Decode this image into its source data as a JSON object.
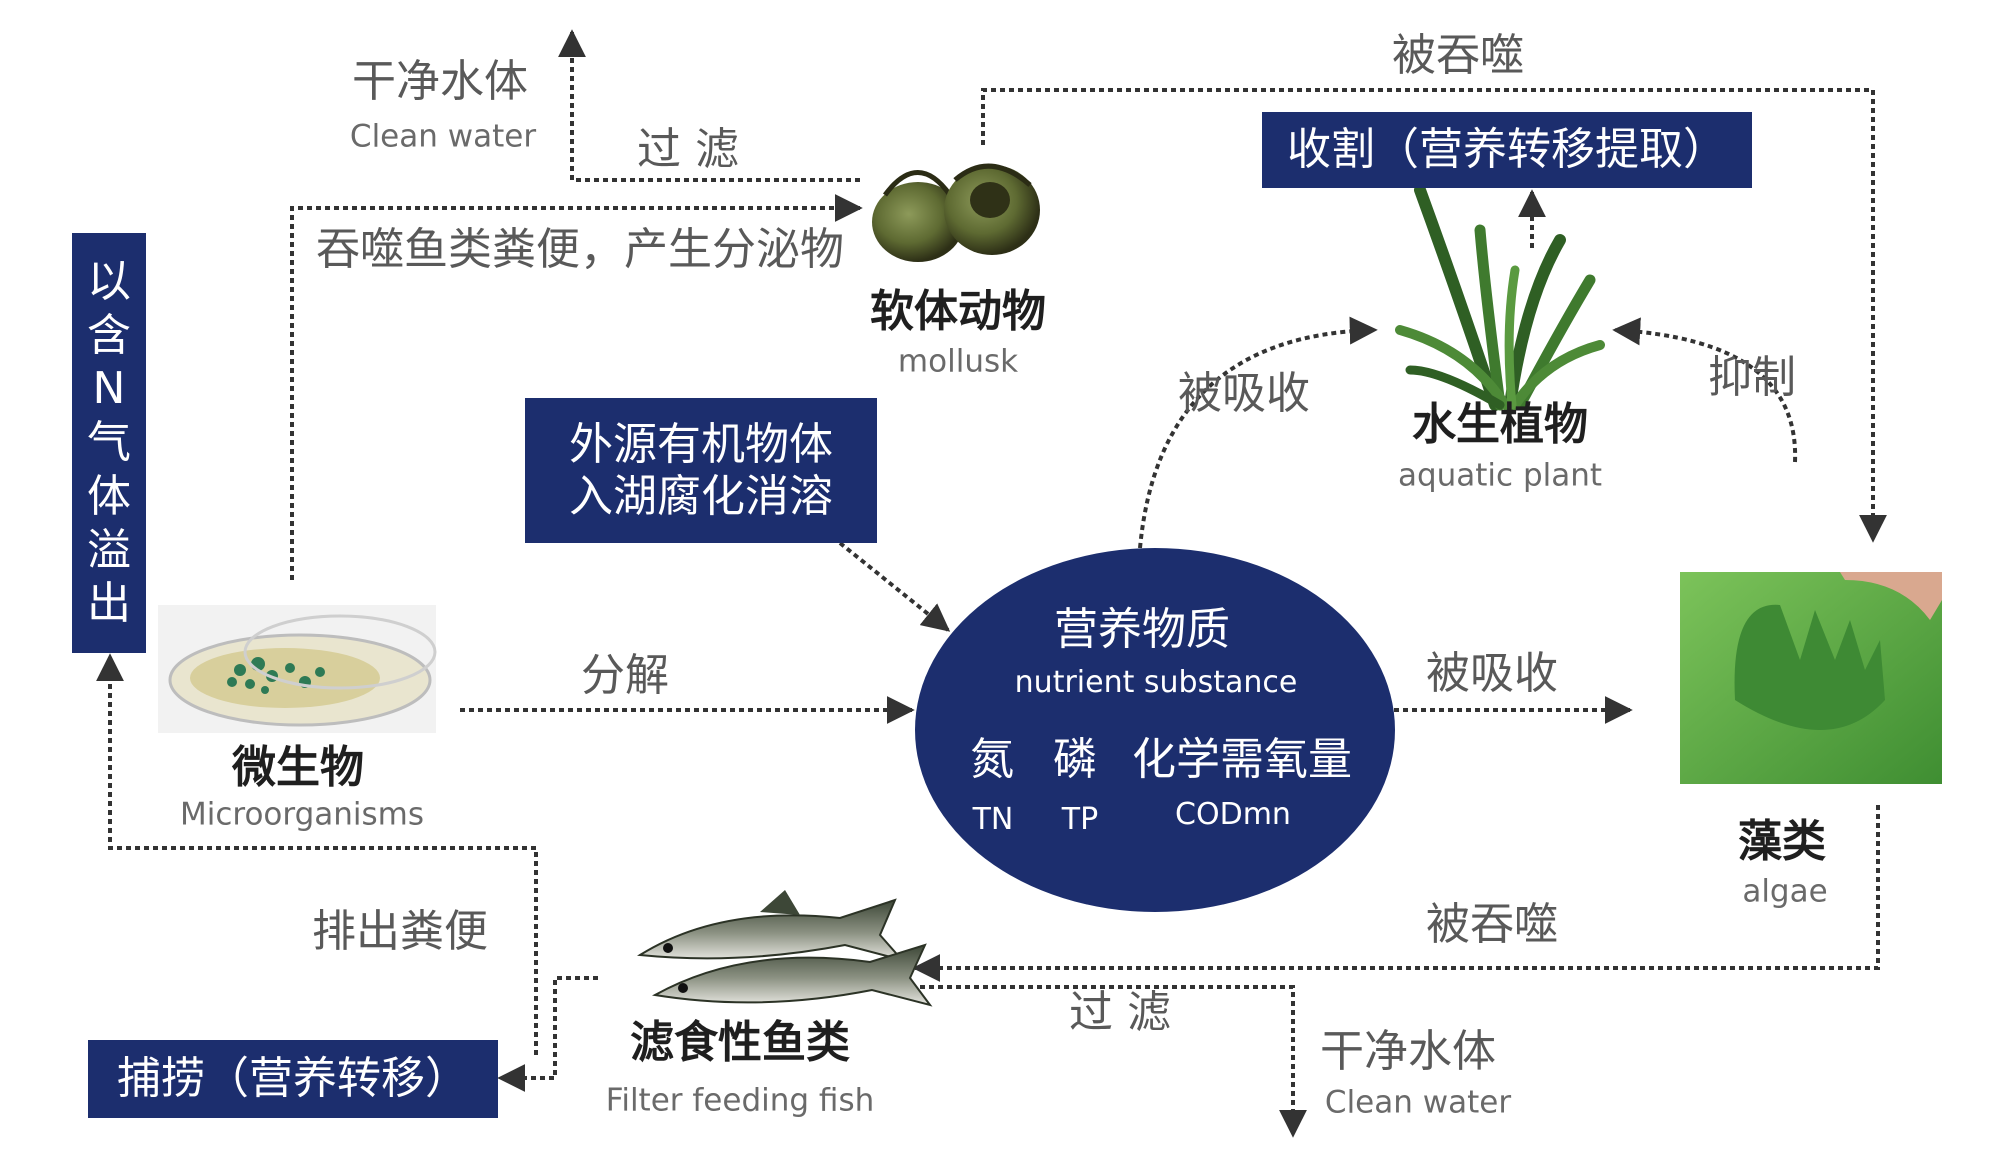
{
  "labels": {
    "clean_water_top_zh": "干净水体",
    "clean_water_top_en": "Clean water",
    "filter_top": "过 滤",
    "eaten_top": "被吞噬",
    "eat_feces": "吞噬鱼类粪便，产生分泌物",
    "mollusk_zh": "软体动物",
    "mollusk_en": "mollusk",
    "absorbed_plant": "被吸收",
    "plant_zh": "水生植物",
    "plant_en": "aquatic plant",
    "inhibit": "抑制",
    "decompose": "分解",
    "microbe_zh": "微生物",
    "microbe_en": "Microorganisms",
    "absorbed_algae": "被吸收",
    "algae_zh": "藻类",
    "algae_en": "algae",
    "excrete": "排出粪便",
    "eaten_bottom": "被吞噬",
    "filter_bottom": "过 滤",
    "fish_zh": "滤食性鱼类",
    "fish_en": "Filter feeding fish",
    "clean_water_bottom_zh": "干净水体",
    "clean_water_bottom_en": "Clean water"
  },
  "boxes": {
    "harvest": "收割（营养转移提取）",
    "external_line1": "外源有机物体",
    "external_line2": "入湖腐化消溶",
    "fishing": "捕捞（营养转移）",
    "n_gas": [
      "以",
      "含",
      "N",
      "气",
      "体",
      "溢",
      "出"
    ]
  },
  "nutrient": {
    "title_zh": "营养物质",
    "title_en": "nutrient substance",
    "n_zh": "氮",
    "p_zh": "磷",
    "cod_zh": "化学需氧量",
    "n_en": "TN",
    "p_en": "TP",
    "cod_en": "CODmn"
  },
  "colors": {
    "navy": "#1c2e6e",
    "arrow": "#333333",
    "algae_green": "#4e9a3a"
  }
}
